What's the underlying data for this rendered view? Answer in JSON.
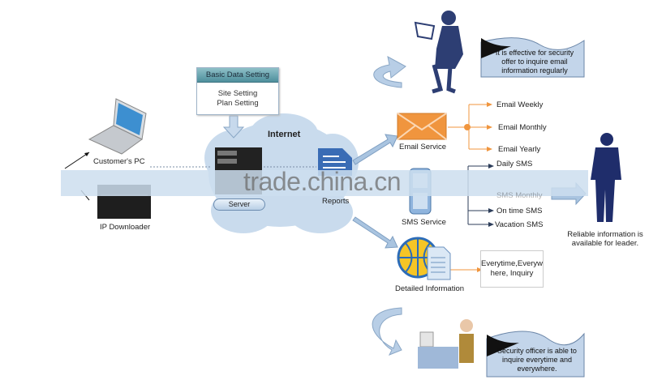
{
  "settings_box": {
    "header": "Basic Data Setting",
    "line1": "Site Setting",
    "line2": "Plan Setting"
  },
  "cloud": {
    "title": "Internet",
    "server_label": "Server",
    "reports_label": "Reports"
  },
  "left": {
    "pc_label": "Customer's PC",
    "downloader_label": "IP Downloader"
  },
  "email": {
    "label": "Email Service",
    "options": [
      "Email Weekly",
      "Email Monthly",
      "Email Yearly"
    ]
  },
  "sms": {
    "label": "SMS Service",
    "options": [
      "Daily SMS",
      "SMS Monthly",
      "On time SMS",
      "Vacation SMS"
    ]
  },
  "detailed": {
    "label": "Detailed Information",
    "box_line1": "Everytime,Everyw",
    "box_line2": "here, Inquiry"
  },
  "leader": {
    "line1": "Reliable information is",
    "line2": "available for leader."
  },
  "callout_top": {
    "line1": "It is effective for security",
    "line2": "offer to inquire email",
    "line3": "information regularly"
  },
  "callout_bottom": {
    "line1": "Security officer is able to",
    "line2": "inquire everytime and",
    "line3": "everywhere."
  },
  "watermark": "trade.china.cn",
  "colors": {
    "cloud": "#c9dbed",
    "email_orange": "#f0953e",
    "arrow_blue": "#a9c4e0",
    "figure_navy": "#2d3e73"
  }
}
